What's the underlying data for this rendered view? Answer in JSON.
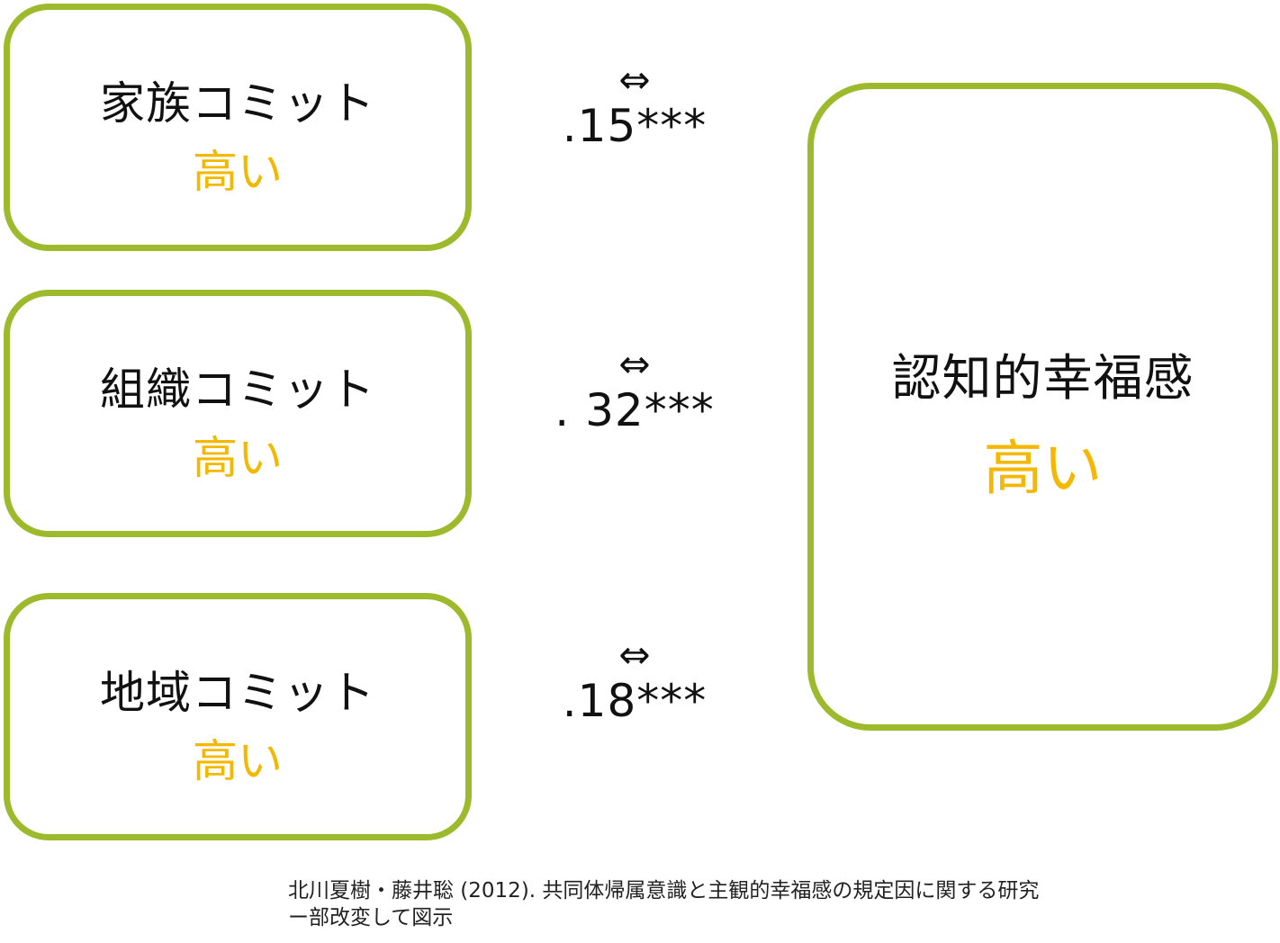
{
  "left_boxes": [
    {
      "title": "家族コミット",
      "level": "高い"
    },
    {
      "title": "組織コミット",
      "level": "高い"
    },
    {
      "title": "地域コミット",
      "level": "高い"
    }
  ],
  "correlations": [
    {
      "arrow": "⇔",
      "value": ".15***"
    },
    {
      "arrow": "⇔",
      "value": ". 32***"
    },
    {
      "arrow": "⇔",
      "value": ".18***"
    }
  ],
  "outcome": {
    "title": "認知的幸福感",
    "level": "高い"
  },
  "caption": {
    "line1": "北川夏樹・藤井聡 (2012). 共同体帰属意識と主観的幸福感の規定因に関する研究",
    "line2": "ー部改変して図示"
  },
  "colors": {
    "box_border": "#9cba2b",
    "level_text": "#f5b800",
    "main_text": "#111111"
  }
}
